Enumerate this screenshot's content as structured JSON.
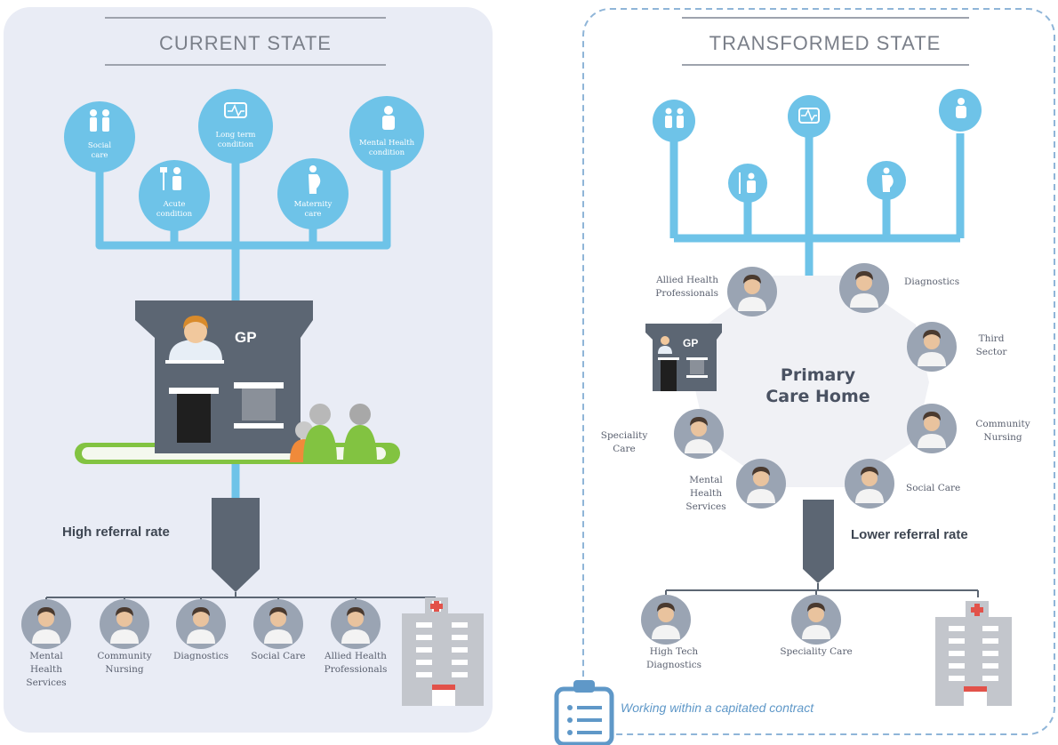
{
  "colors": {
    "panel_bg": "#e9ecf5",
    "accent_blue": "#6ec3e8",
    "dark_slate": "#5c6673",
    "green": "#82c341",
    "orange": "#f08a3a",
    "grey_person": "#9aa0a6",
    "building_grey": "#c3c6cc",
    "red_cross": "#e2524a",
    "contract_blue": "#5f98c8"
  },
  "current_state": {
    "title": "CURRENT STATE",
    "needs": [
      {
        "label_lines": [
          "Social",
          "care"
        ],
        "icon": "people-icon"
      },
      {
        "label_lines": [
          "Acute",
          "condition"
        ],
        "icon": "iv-drip-patient-icon"
      },
      {
        "label_lines": [
          "Long term",
          "condition"
        ],
        "icon": "heart-monitor-icon"
      },
      {
        "label_lines": [
          "Maternity",
          "care"
        ],
        "icon": "pregnant-woman-icon"
      },
      {
        "label_lines": [
          "Mental Health",
          "condition"
        ],
        "icon": "mental-health-person-icon"
      }
    ],
    "gp_label": "GP",
    "referral_label": "High referral rate",
    "services": [
      {
        "label_lines": [
          "Mental",
          "Health",
          "Services"
        ]
      },
      {
        "label_lines": [
          "Community",
          "Nursing"
        ]
      },
      {
        "label_lines": [
          "Diagnostics"
        ]
      },
      {
        "label_lines": [
          "Social Care"
        ]
      },
      {
        "label_lines": [
          "Allied Health",
          "Professionals"
        ]
      }
    ]
  },
  "transformed_state": {
    "title": "TRANSFORMED STATE",
    "gp_label": "GP",
    "hub_title_lines": [
      "Primary",
      "Care Home"
    ],
    "ring_members": [
      {
        "label_lines": [
          "Allied Health",
          "Professionals"
        ]
      },
      {
        "label_lines": [
          "Diagnostics"
        ]
      },
      {
        "label_lines": [
          "Third",
          "Sector"
        ]
      },
      {
        "label_lines": [
          "Community",
          "Nursing"
        ]
      },
      {
        "label_lines": [
          "Social Care"
        ]
      },
      {
        "label_lines": [
          "Mental",
          "Health",
          "Services"
        ]
      },
      {
        "label_lines": [
          "Speciality",
          "Care"
        ]
      }
    ],
    "referral_label": "Lower referral rate",
    "services": [
      {
        "label_lines": [
          "High Tech",
          "Diagnostics"
        ]
      },
      {
        "label_lines": [
          "Speciality Care"
        ]
      }
    ],
    "contract_label": "Working within a capitated contract",
    "contract_icon": "clipboard-icon"
  }
}
